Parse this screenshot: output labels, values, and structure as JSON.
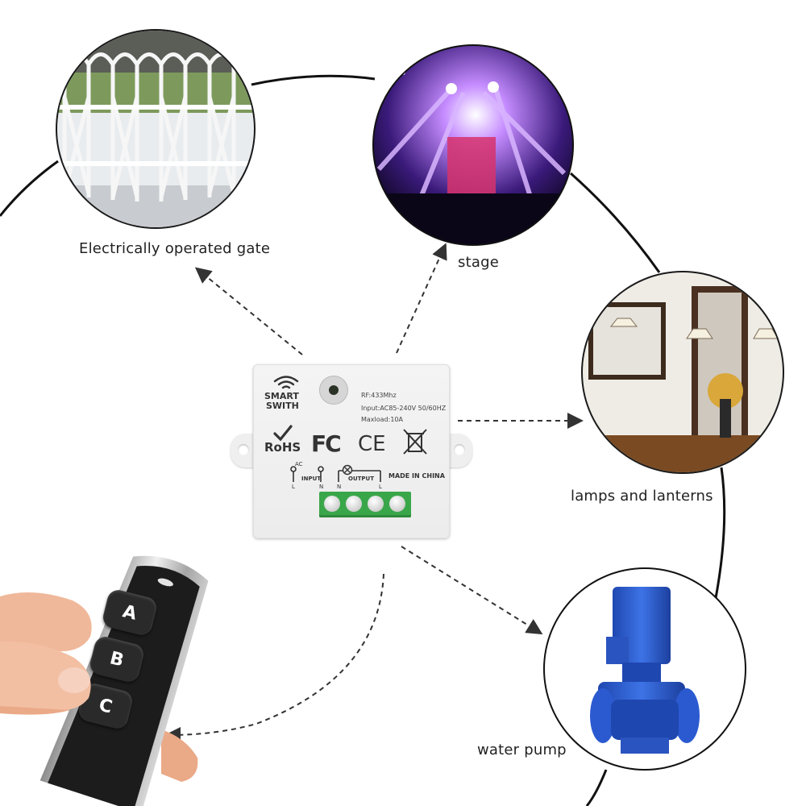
{
  "labels": {
    "gate": "Electrically operated gate",
    "stage": "stage",
    "lamps": "lamps and lanterns",
    "pump": "water pump"
  },
  "module": {
    "brand_line1": "SMART",
    "brand_line2": "SWITH",
    "freq": "RF:433Mhz",
    "input_spec": "Input:AC85-240V 50/60HZ",
    "maxload": "Maxload:10A",
    "rohs": "RoHS",
    "fc": "FC",
    "ce": "CE",
    "made_in": "MADE IN CHINA",
    "ac": "AC",
    "input_label": "INPUT",
    "output_label": "OUTPUT",
    "pins": [
      "L",
      "N",
      "N",
      "L"
    ]
  },
  "remote": {
    "buttons": [
      "A",
      "B",
      "C"
    ]
  },
  "icons": {
    "wifi": "wifi-icon",
    "check": "check-icon",
    "weee": "crossed-bin-icon",
    "lamp": "lamp-symbol-icon"
  },
  "colors": {
    "terminal_green": "#3aa64a",
    "pump_blue": "#2f5fd0",
    "stage_purple": "#a24cf0",
    "remote_black": "#1c1c1c"
  }
}
